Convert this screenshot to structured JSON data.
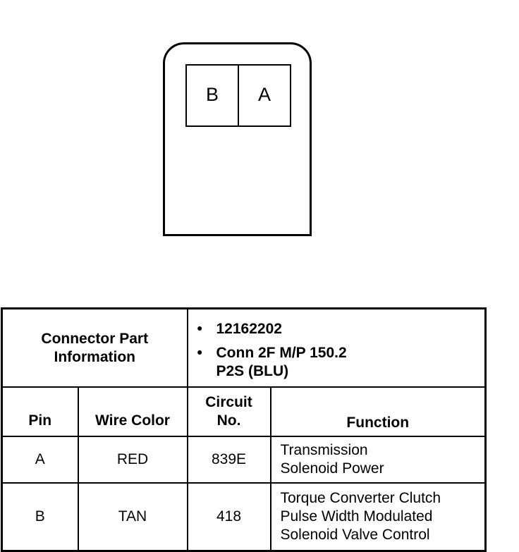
{
  "connector_view": {
    "cavities": [
      "B",
      "A"
    ]
  },
  "table": {
    "part_info_label_line1": "Connector Part",
    "part_info_label_line2": "Information",
    "part_info": {
      "part_number": "12162202",
      "connector_line1": "Conn 2F M/P 150.2",
      "connector_line2": "P2S (BLU)"
    },
    "headers": {
      "pin": "Pin",
      "wire_color": "Wire Color",
      "circuit_line1": "Circuit",
      "circuit_line2": "No.",
      "function": "Function"
    },
    "rows": [
      {
        "pin": "A",
        "wire_color": "RED",
        "circuit": "839E",
        "function_lines": [
          "Transmission",
          "Solenoid Power"
        ]
      },
      {
        "pin": "B",
        "wire_color": "TAN",
        "circuit": "418",
        "function_lines": [
          "Torque Converter Clutch",
          "Pulse Width Modulated",
          "Solenoid Valve Control"
        ]
      }
    ]
  }
}
